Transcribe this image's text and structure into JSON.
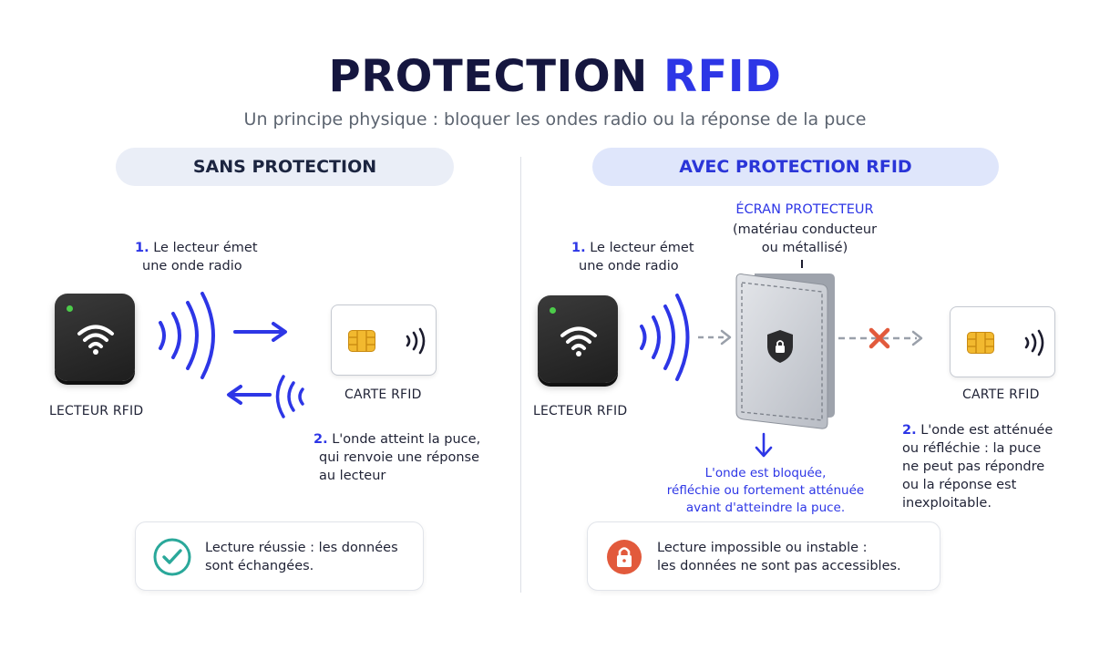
{
  "header": {
    "title_main": "PROTECTION",
    "title_accent": "RFID",
    "subtitle": "Un principe physique : bloquer les ondes radio ou la réponse de la puce"
  },
  "left": {
    "heading": "SANS PROTECTION",
    "step1_num": "1.",
    "step1_line1": "Le lecteur émet",
    "step1_line2": "une onde radio",
    "reader_label": "LECTEUR RFID",
    "card_label": "CARTE RFID",
    "step2_num": "2.",
    "step2_line1": "L'onde atteint la puce,",
    "step2_line2": "qui renvoie une réponse",
    "step2_line3": "au lecteur",
    "result_line1": "Lecture réussie : les données",
    "result_line2": "sont échangées."
  },
  "right": {
    "heading": "AVEC PROTECTION RFID",
    "shield_title": "ÉCRAN PROTECTEUR",
    "shield_sub1": "(matériau conducteur",
    "shield_sub2": "ou métallisé)",
    "step1_num": "1.",
    "step1_line1": "Le lecteur émet",
    "step1_line2": "une onde radio",
    "reader_label": "LECTEUR RFID",
    "card_label": "CARTE RFID",
    "blocked_line1": "L'onde est bloquée,",
    "blocked_line2": "réfléchie ou fortement atténuée",
    "blocked_line3": "avant d'atteindre la puce.",
    "step2_num": "2.",
    "step2_line1": "L'onde est atténuée",
    "step2_line2": "ou réfléchie : la puce",
    "step2_line3": "ne peut pas répondre",
    "step2_line4": "ou la réponse est",
    "step2_line5": "inexploitable.",
    "result_line1": "Lecture impossible ou instable :",
    "result_line2": "les données ne sont pas accessibles."
  },
  "colors": {
    "accent": "#2d36e6",
    "success": "#2aa89a",
    "danger": "#e25a3c",
    "chip": "#f2b92f"
  }
}
